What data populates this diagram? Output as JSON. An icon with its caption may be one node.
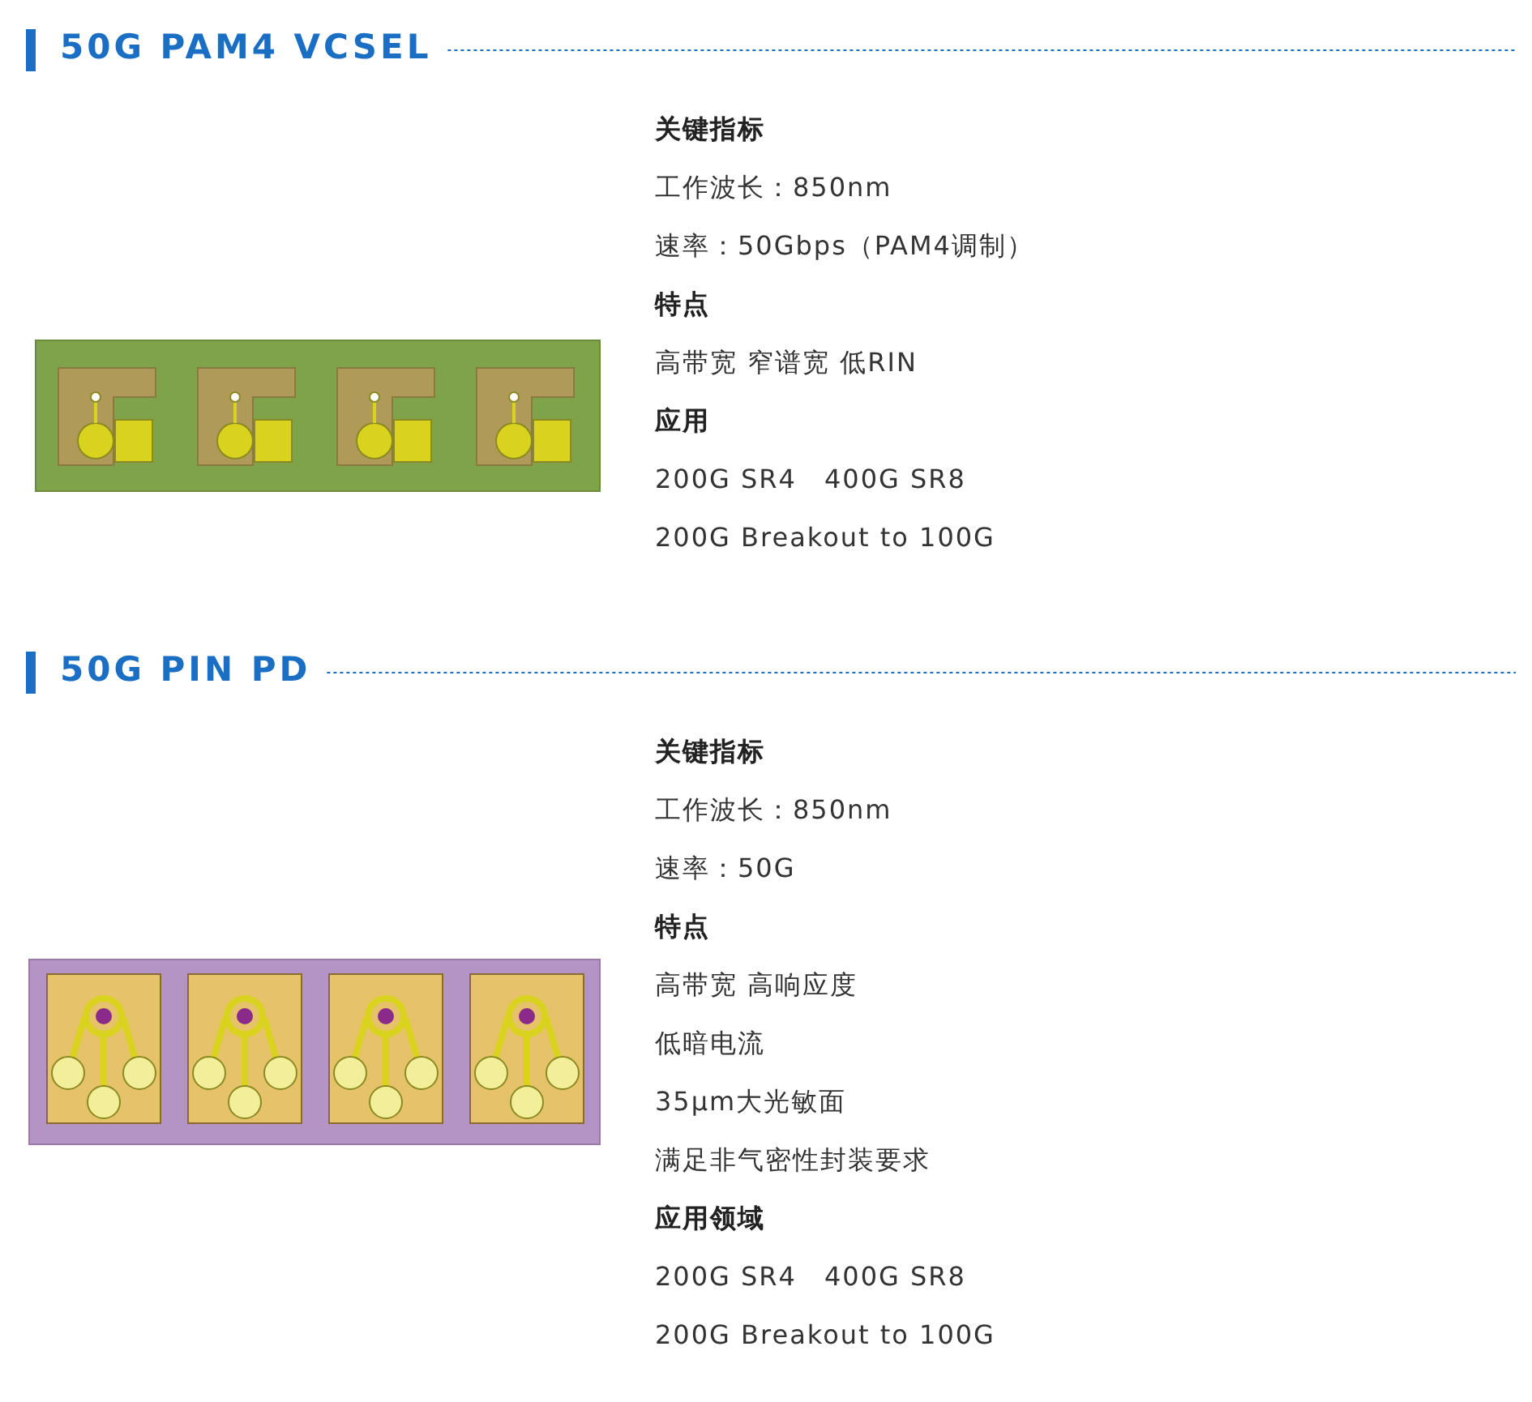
{
  "diagram": {
    "labels": [
      "50G PAM4 VCSEL",
      "关键指标",
      "工作波长：850nm",
      "速率：50Gbps（PAM4调制）",
      "特点",
      "高带宽 窄谱宽 低RIN",
      "应用",
      "200G SR4　400G SR8",
      "200G Breakout to 100G",
      "50G PIN PD",
      "关键指标",
      "工作波长：850nm",
      "速率：50G",
      "特点",
      "高带宽 高响应度",
      "低暗电流",
      "35μm大光敏面",
      "满足非气密性封装要求",
      "应用领域",
      "200G SR4　400G SR8",
      "200G Breakout to 100G"
    ]
  }
}
